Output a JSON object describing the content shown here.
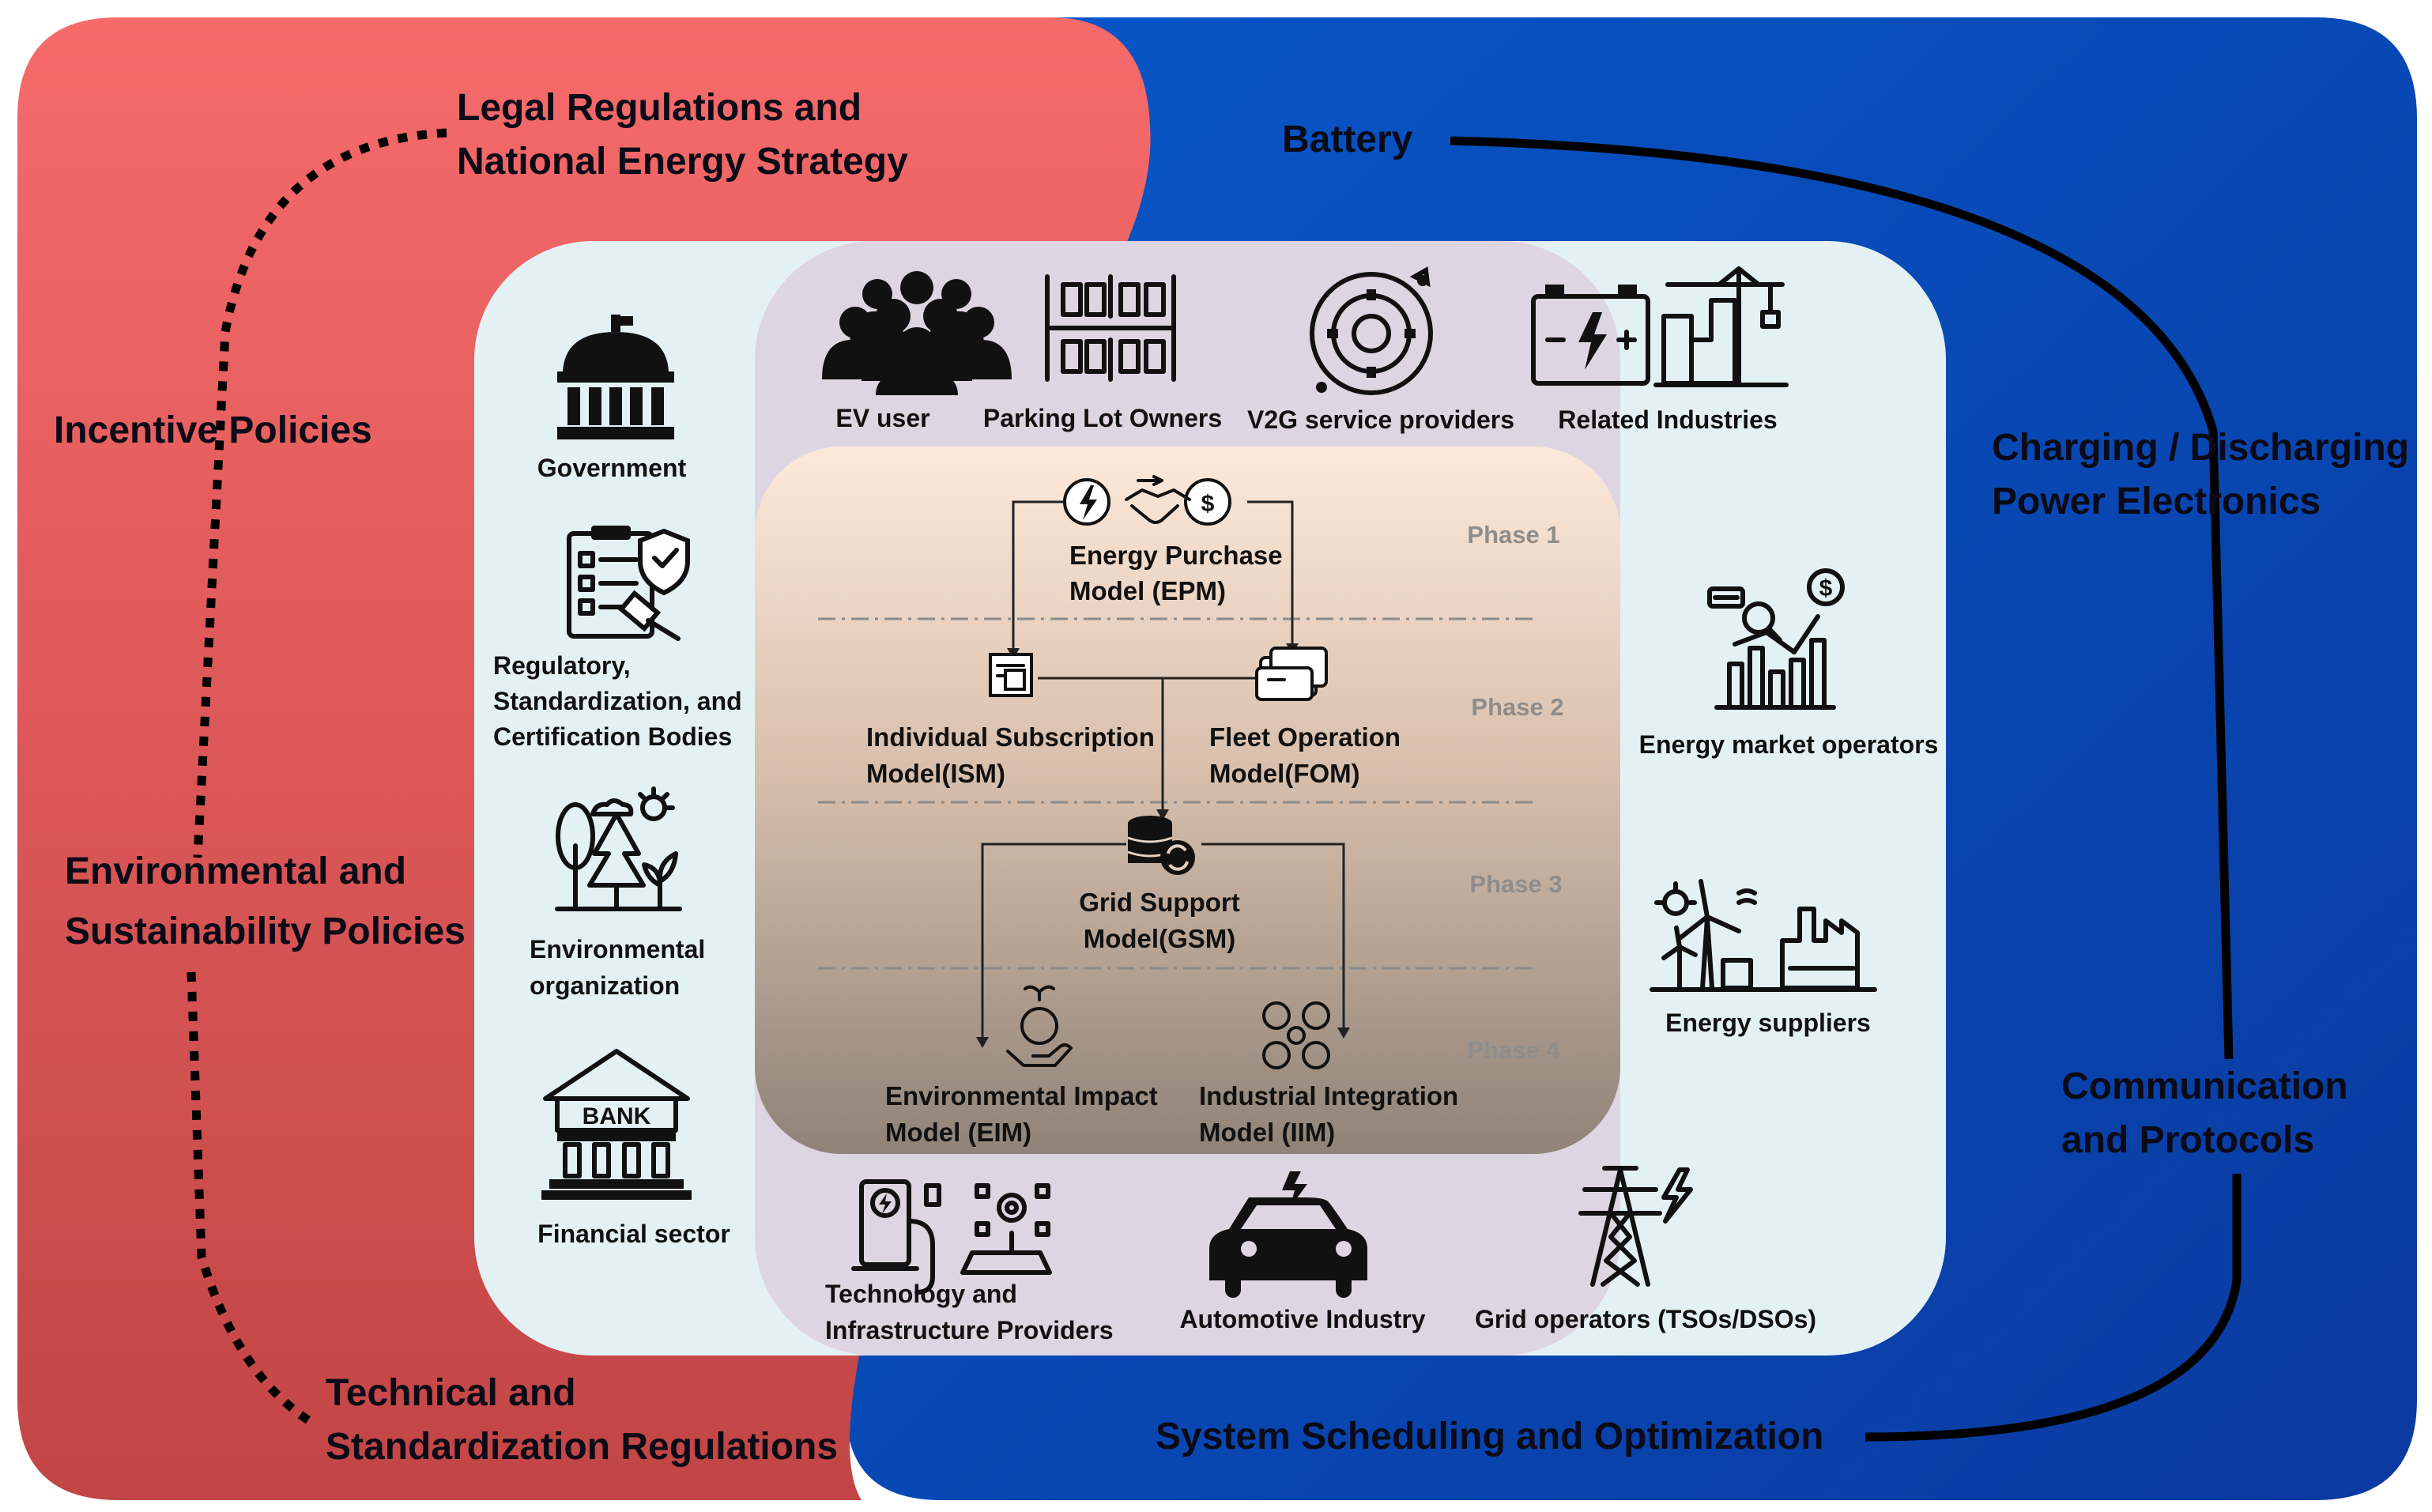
{
  "outer_left": {
    "legal": [
      "Legal Regulations and",
      "National Energy Strategy"
    ],
    "incentive": "Incentive Policies",
    "environmental": [
      "Environmental and",
      "Sustainability Policies"
    ],
    "technical": [
      "Technical and",
      "Standardization Regulations"
    ]
  },
  "outer_right": {
    "battery": "Battery",
    "charging": [
      "Charging / Discharging",
      "Power Electronics"
    ],
    "communication": [
      "Communication",
      "and Protocols"
    ],
    "scheduling": "System Scheduling and Optimization"
  },
  "stakeholders_top": {
    "ev_user": "EV user",
    "parking": "Parking Lot Owners",
    "v2g": "V2G service providers",
    "related": "Related Industries"
  },
  "stakeholders_left": {
    "government": "Government",
    "regulatory": [
      "Regulatory,",
      "Standardization, and",
      "Certification Bodies"
    ],
    "environmental_org": [
      "Environmental",
      "organization"
    ],
    "financial": "Financial sector"
  },
  "stakeholders_right": {
    "energy_market": "Energy market operators",
    "energy_suppliers": "Energy suppliers"
  },
  "stakeholders_bottom": {
    "technology": [
      "Technology and",
      "Infrastructure Providers"
    ],
    "automotive": "Automotive Industry",
    "grid": "Grid operators (TSOs/DSOs)"
  },
  "phases": [
    "Phase 1",
    "Phase 2",
    "Phase 3",
    "Phase 4"
  ],
  "models": {
    "epm": [
      "Energy Purchase",
      "Model (EPM)"
    ],
    "ism": [
      "Individual Subscription",
      "Model(ISM)"
    ],
    "fom": [
      "Fleet Operation",
      "Model(FOM)"
    ],
    "gsm": [
      "Grid Support",
      "Model(GSM)"
    ],
    "eim": [
      "Environmental Impact",
      "Model (EIM)"
    ],
    "iim": [
      "Industrial Integration",
      "Model (IIM)"
    ]
  },
  "icons": {
    "ev_user": "people-group-icon",
    "parking": "parking-lot-icon",
    "v2g": "gear-cycle-icon",
    "related": "battery-factory-icon",
    "government": "government-building-icon",
    "regulatory": "checklist-gavel-icon",
    "environmental_org": "trees-icon",
    "financial": "bank-icon",
    "energy_market": "market-chart-icon",
    "energy_suppliers": "wind-factory-icon",
    "technology": "charging-station-icon",
    "automotive": "electric-car-icon",
    "grid": "power-tower-icon",
    "epm": "energy-handshake-dollar-icon",
    "ism": "subscription-document-icon",
    "fom": "fleet-vehicles-icon",
    "gsm": "database-sync-icon",
    "eim": "plant-hand-icon",
    "iim": "industrial-integration-icon"
  },
  "colors": {
    "policy_red": "#e55a5a",
    "tech_blue": "#0a4fc2",
    "light_panel": "#e4f1f4",
    "stakeholder_panel": "#ded5e2",
    "model_top": "#fbe6d6",
    "model_bottom": "#8f8378"
  }
}
